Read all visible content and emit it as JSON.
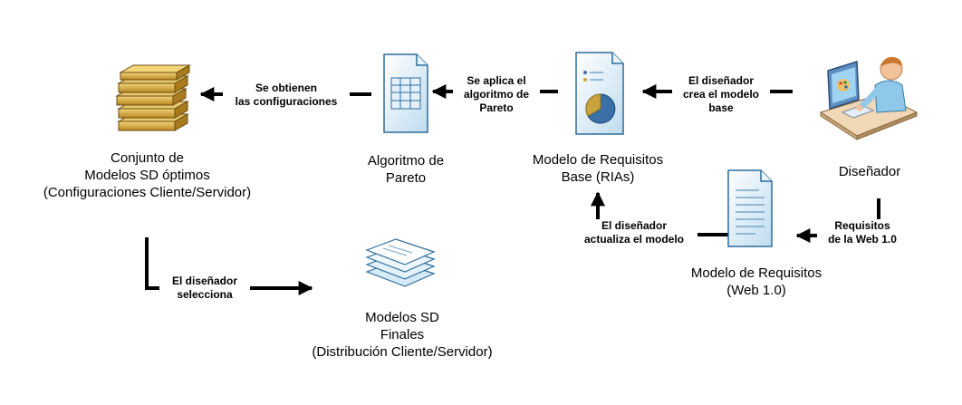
{
  "nodes": {
    "conjunto": {
      "lines": [
        "Conjunto de",
        "Modelos SD óptimos",
        "(Configuraciones Cliente/Servidor)"
      ],
      "icon": "books-stack-icon"
    },
    "pareto": {
      "lines": [
        "Algoritmo de",
        "Pareto"
      ],
      "icon": "spreadsheet-document-icon"
    },
    "riasmodel": {
      "lines": [
        "Modelo de Requisitos",
        "Base (RIAs)"
      ],
      "icon": "chart-document-icon"
    },
    "designer": {
      "lines": [
        "Diseñador"
      ],
      "icon": "person-at-computer-icon"
    },
    "web10model": {
      "lines": [
        "Modelo de Requisitos",
        "(Web 1.0)"
      ],
      "icon": "text-document-icon"
    },
    "finales": {
      "lines": [
        "Modelos SD",
        "Finales",
        "(Distribución Cliente/Servidor)"
      ],
      "icon": "document-stack-icon"
    }
  },
  "edges": {
    "designer_to_rias": [
      "El diseñador",
      "crea el modelo",
      "base"
    ],
    "rias_to_pareto": [
      "Se aplica el",
      "algoritmo de",
      "Pareto"
    ],
    "pareto_to_conjunto": [
      "Se obtienen",
      "las configuraciones"
    ],
    "designer_to_web10": [
      "Requisitos",
      "de la Web 1.0"
    ],
    "web10_to_rias": [
      "El diseñador",
      "actualiza el modelo"
    ],
    "conjunto_to_finales": [
      "El diseñador",
      "selecciona"
    ]
  },
  "colors": {
    "arrow": "#000000",
    "book_gold": "#d9a93a",
    "doc_blue": "#d9ecf8",
    "doc_border": "#2e6c9c",
    "chart_blue": "#3b6fa8",
    "chart_gold": "#c9a33b",
    "skin": "#f2c29b",
    "shirt": "#8fc8e8",
    "desk": "#f0d7b6"
  }
}
